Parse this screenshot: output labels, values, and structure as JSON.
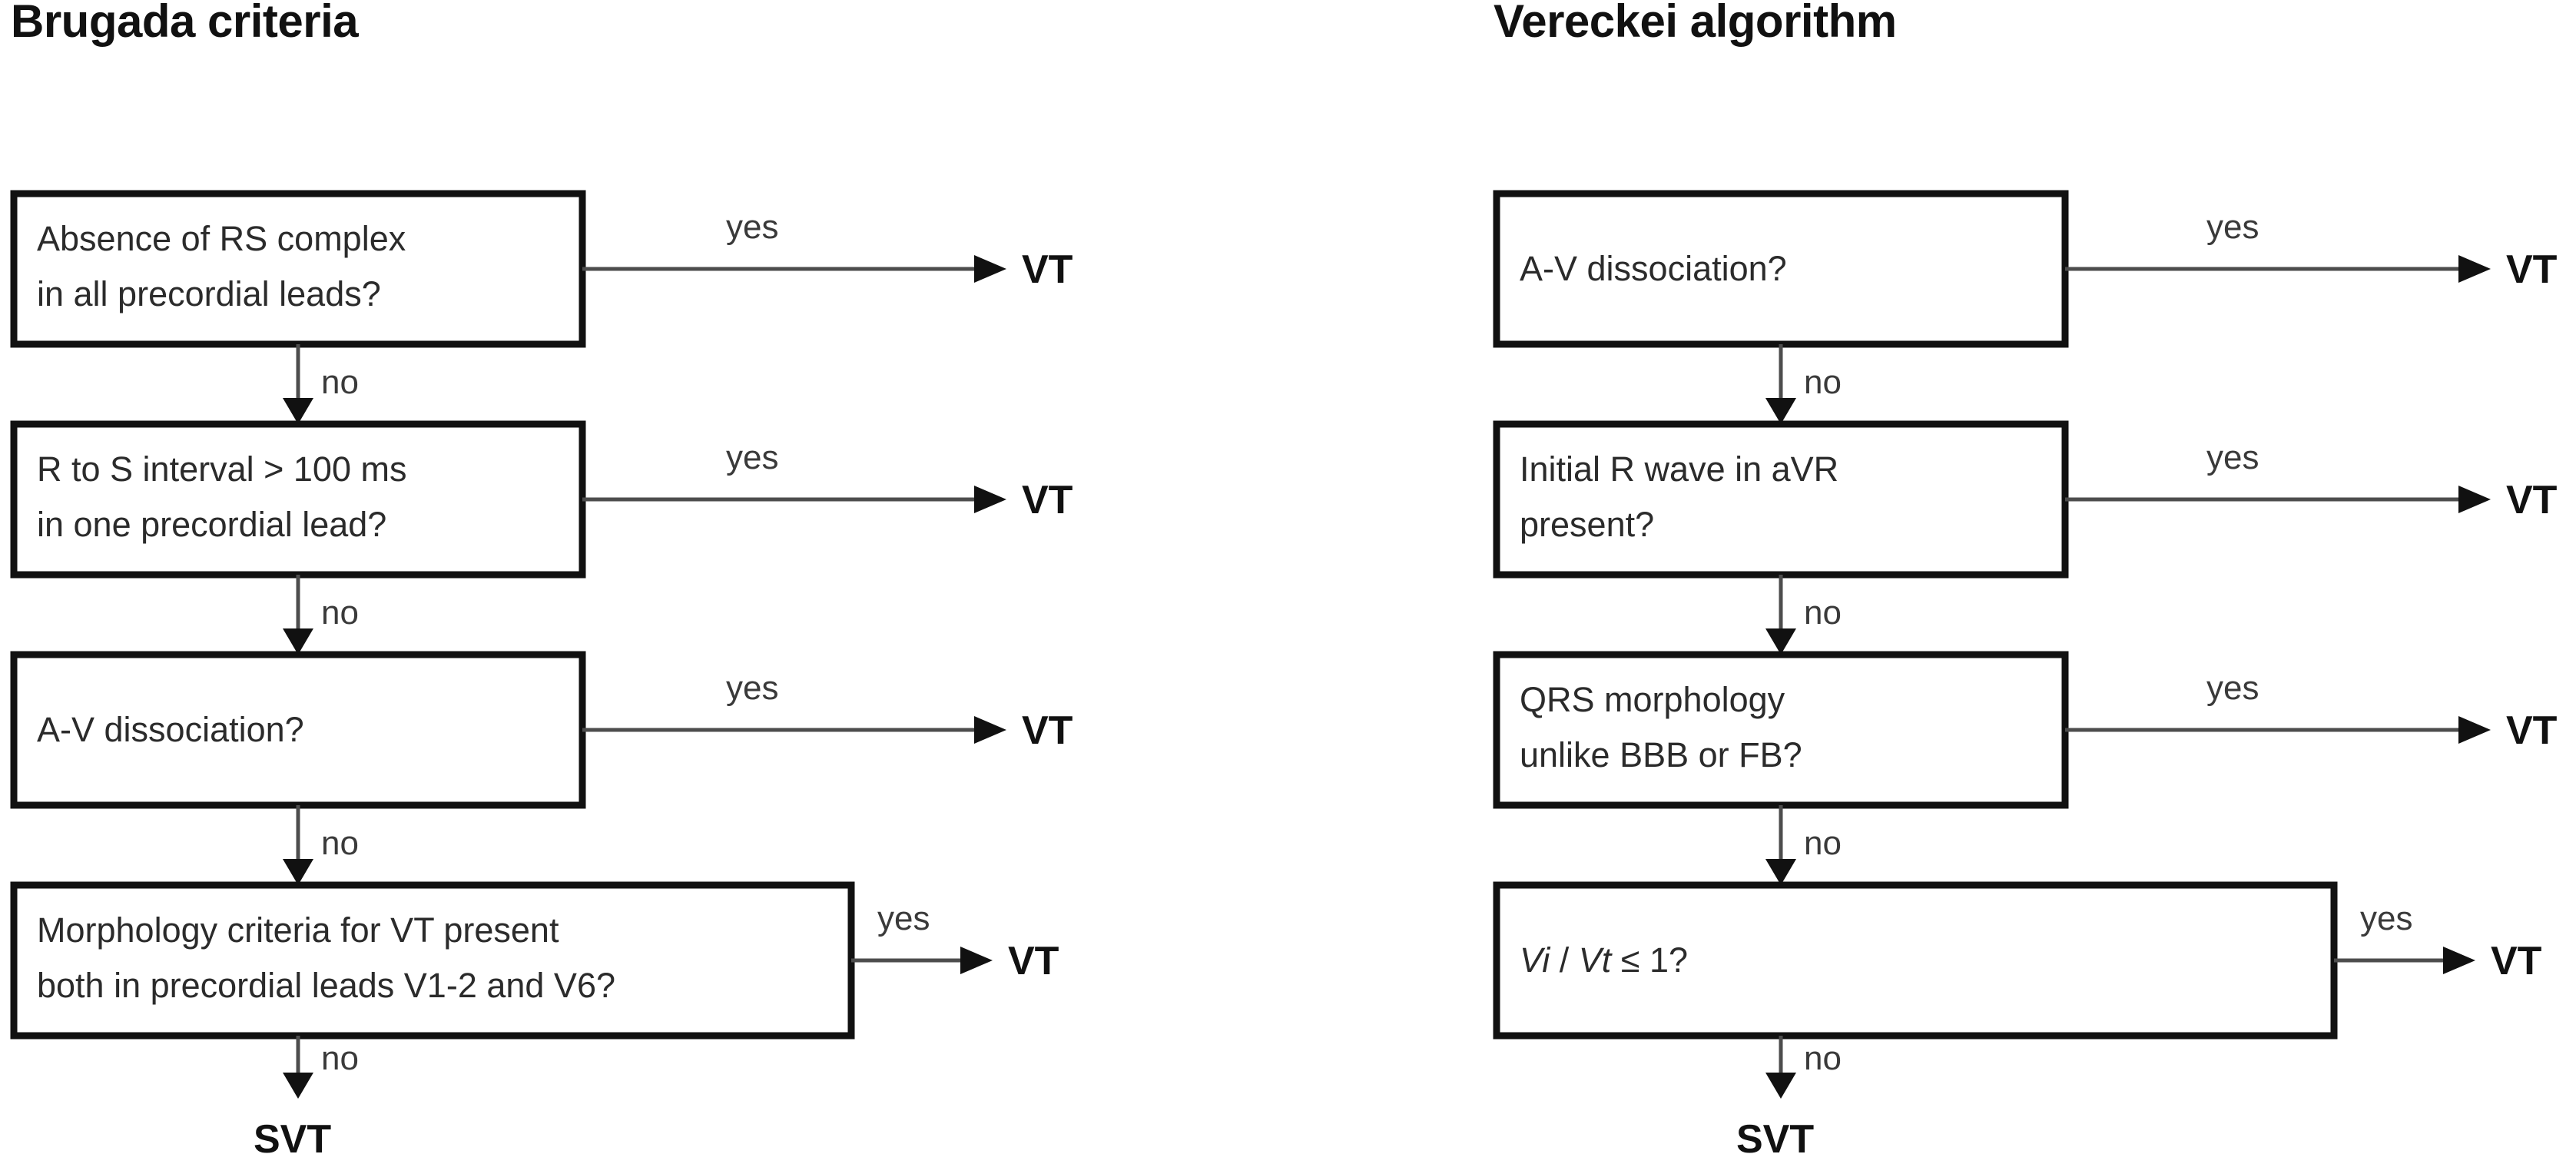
{
  "page": {
    "background_color": "#ffffff",
    "text_color": "#2b2b2b",
    "border_color": "#111111",
    "line_color": "#4d4d4d"
  },
  "panels": [
    {
      "id": "brugada",
      "title": "Brugada criteria",
      "nodes": [
        {
          "id": "brugada-node-1",
          "lines": [
            "Absence of RS complex",
            "in all precordial leads?"
          ],
          "yes_label": "yes",
          "yes_target": "VT",
          "no_label": "no"
        },
        {
          "id": "brugada-node-2",
          "lines": [
            "R to S interval > 100 ms",
            "in one precordial lead?"
          ],
          "yes_label": "yes",
          "yes_target": "VT",
          "no_label": "no"
        },
        {
          "id": "brugada-node-3",
          "lines": [
            "A-V dissociation?"
          ],
          "yes_label": "yes",
          "yes_target": "VT",
          "no_label": "no"
        },
        {
          "id": "brugada-node-4",
          "lines": [
            "Morphology criteria for VT present",
            "both in precordial leads V1-2 and V6?"
          ],
          "yes_label": "yes",
          "yes_target": "VT",
          "no_label": "no"
        }
      ],
      "final_outcome": "SVT"
    },
    {
      "id": "vereckei",
      "title": "Vereckei algorithm",
      "nodes": [
        {
          "id": "vereckei-node-1",
          "lines": [
            "A-V dissociation?"
          ],
          "yes_label": "yes",
          "yes_target": "VT",
          "no_label": "no"
        },
        {
          "id": "vereckei-node-2",
          "lines": [
            "Initial R wave in aVR",
            "present?"
          ],
          "yes_label": "yes",
          "yes_target": "VT",
          "no_label": "no"
        },
        {
          "id": "vereckei-node-3",
          "lines": [
            "QRS morphology",
            "unlike BBB or FB?"
          ],
          "yes_label": "yes",
          "yes_target": "VT",
          "no_label": "no"
        },
        {
          "id": "vereckei-node-4",
          "lines": [
            "Vi / Vt ≤ 1?"
          ],
          "italic_tokens": [
            "Vi",
            "Vt"
          ],
          "yes_label": "yes",
          "yes_target": "VT",
          "no_label": "no"
        }
      ],
      "final_outcome": "SVT"
    }
  ]
}
